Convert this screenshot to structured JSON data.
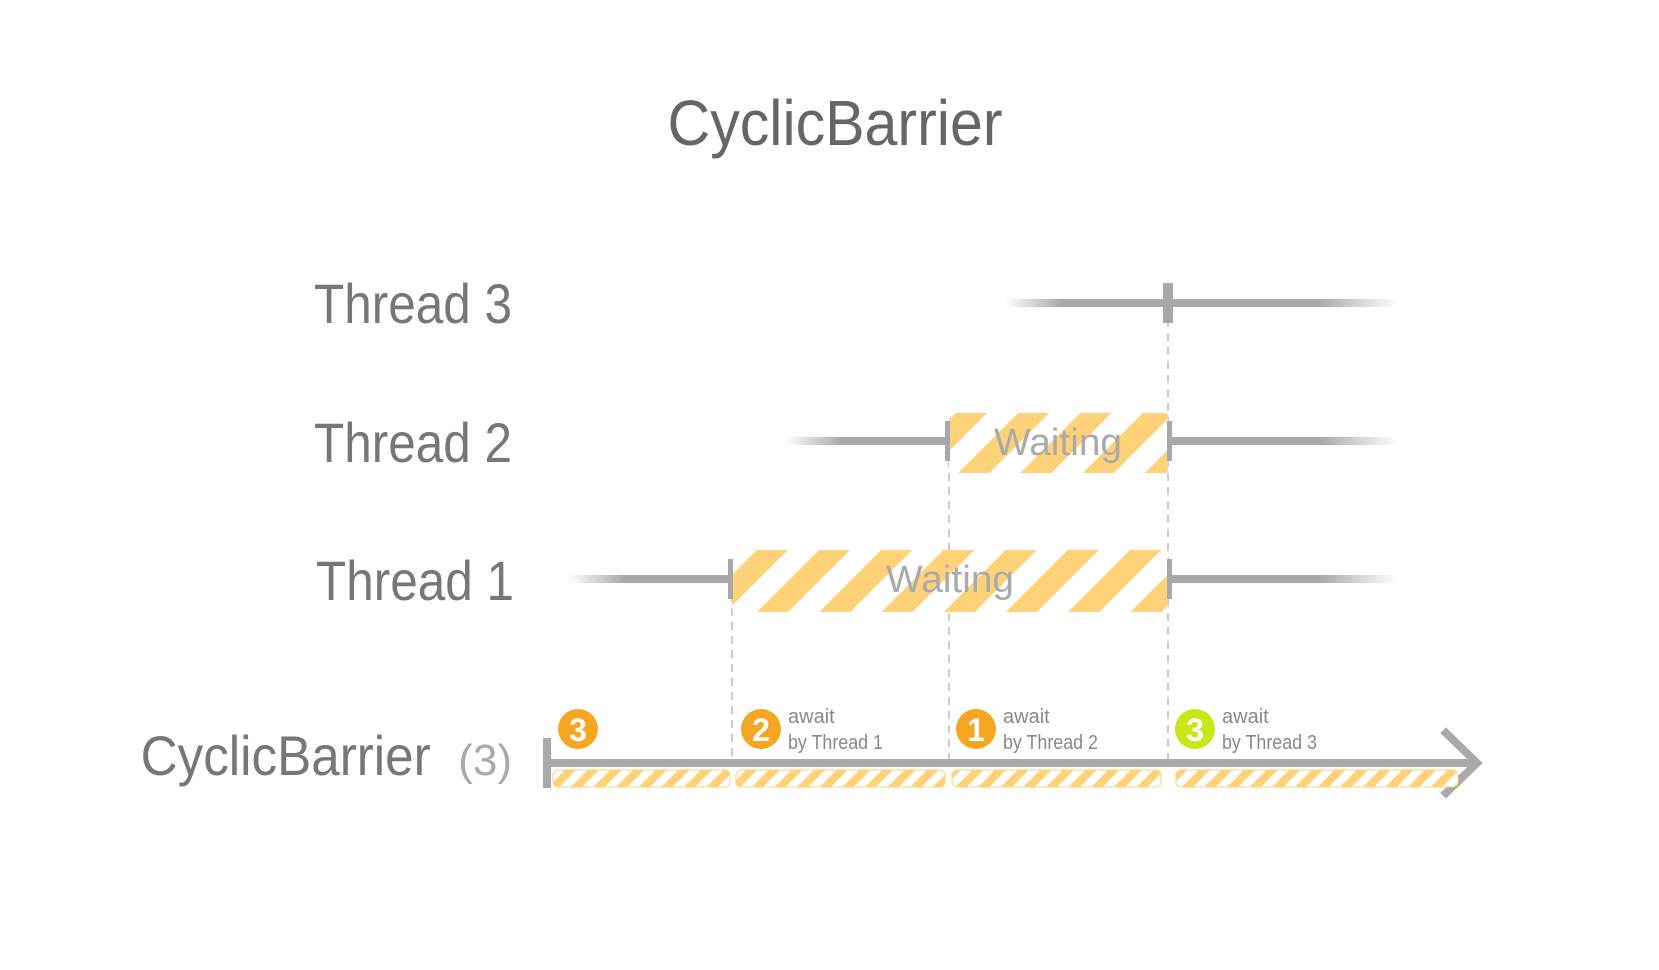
{
  "title": "CyclicBarrier",
  "threads": [
    {
      "label": "Thread 3",
      "segments": []
    },
    {
      "label": "Thread 2",
      "waiting_label": "Waiting"
    },
    {
      "label": "Thread 1",
      "waiting_label": "Waiting"
    }
  ],
  "barrier": {
    "label": "CyclicBarrier",
    "count_label": "(3)",
    "stages": [
      {
        "badge": "3",
        "badge_color": "#F5A623",
        "line1": "",
        "line2": ""
      },
      {
        "badge": "2",
        "badge_color": "#F5A623",
        "line1": "await",
        "line2": "by Thread 1"
      },
      {
        "badge": "1",
        "badge_color": "#F5A623",
        "line1": "await",
        "line2": "by Thread 2"
      },
      {
        "badge": "3",
        "badge_color": "#C8E619",
        "line1": "await",
        "line2": "by Thread 3"
      }
    ]
  },
  "colors": {
    "text": "#666666",
    "line": "#A8A8AC",
    "stripe": "#FFD27A",
    "dashed": "#CCCCCC"
  }
}
